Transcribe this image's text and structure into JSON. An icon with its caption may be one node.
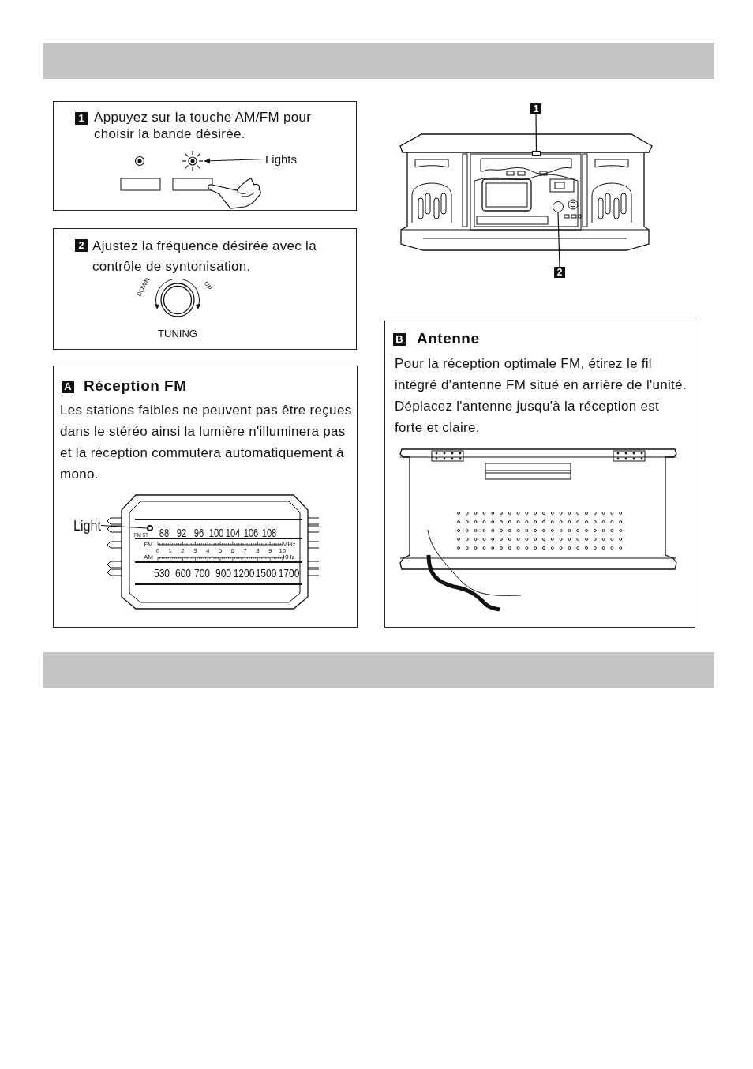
{
  "diagram": {
    "nodes": [
      {
        "text": [
          "Appuyez sur la touche AM/FM pour choisir la bande désirée."
        ]
      },
      {
        "text": [
          "1"
        ],
        "in": 0
      },
      {
        "text": [],
        "shape": "circle",
        "in": 0
      },
      {
        "text": [
          "Lights"
        ],
        "in": 0
      },
      {
        "text": [
          "1"
        ]
      },
      {
        "text": [],
        "shape": "box"
      },
      {
        "text": [
          "2"
        ]
      },
      {
        "text": [],
        "shape": "circle"
      },
      {
        "text": [
          "Ajustez la fréquence désirée avec la contrôle de syntonisation."
        ]
      },
      {
        "text": [
          "2"
        ],
        "in": 8
      },
      {
        "text": [
          "Réception FM",
          "Les stations faibles ne peuvent pas être reçues dans le stéréo ainsi la lumière n'illuminera pas et la réception commutera automatiquement à mono."
        ]
      },
      {
        "text": [
          "A"
        ],
        "in": 10
      },
      {
        "text": [
          "Light"
        ],
        "in": 10
      },
      {
        "text": [],
        "shape": "circle",
        "in": 10,
        "beside": [
          "FM ST"
        ]
      },
      {
        "text": [
          "Antenne",
          "Pour la réception optimale FM, étirez le fil intégré d'antenne FM situé en arrière de l'unité. Déplacez l'antenne jusqu'à la réception est forte et claire."
        ]
      },
      {
        "text": [
          "B"
        ],
        "in": 14
      }
    ],
    "edges": [
      {
        "from": 3,
        "to": 2,
        "arrow": "to"
      },
      {
        "from": 4,
        "to": 5,
        "arrow": "none"
      },
      {
        "from": 6,
        "to": 7,
        "arrow": "none"
      },
      {
        "from": 12,
        "to": 13,
        "arrow": "none"
      }
    ],
    "labels": [
      "DOWN",
      "UP",
      "TUNING",
      "88",
      "92",
      "96",
      "100",
      "104",
      "106",
      "108",
      "FM",
      "0",
      "1",
      "2",
      "3",
      "4",
      "5",
      "6",
      "7",
      "8",
      "9",
      "10",
      "MHz",
      "AM",
      "KHz",
      "530",
      "600",
      "700",
      "900",
      "1200",
      "1500",
      "1700"
    ]
  }
}
